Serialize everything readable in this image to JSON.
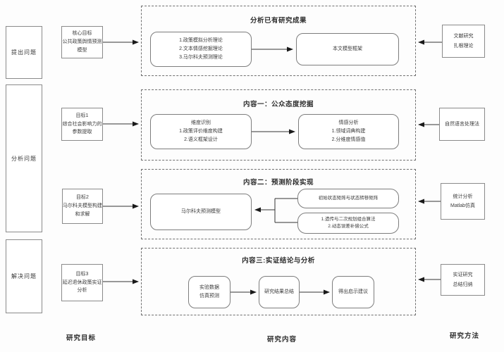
{
  "stages": [
    {
      "label": "提出问题"
    },
    {
      "label": "分析问题"
    },
    {
      "label": "解决问题"
    }
  ],
  "goals": [
    {
      "l1": "核心目标",
      "l2": "公共政策舆情预测",
      "l3": "模型"
    },
    {
      "l1": "目标1",
      "l2": "综合社会影响力的",
      "l3": "参数提取"
    },
    {
      "l1": "目标2",
      "l2": "马尔科夫模型构建",
      "l3": "和求解"
    },
    {
      "l1": "目标3",
      "l2": "延迟退休政策实证",
      "l3": "分析"
    }
  ],
  "sections": [
    {
      "title": "分析已有研究成果",
      "left_box": {
        "l1": "1.政策模拟分析理论",
        "l2": "2.文本情感挖掘理论",
        "l3": "3.马尔科夫预测理论"
      },
      "right_box": {
        "l1": "本文模型框架"
      }
    },
    {
      "title": "内容一：公众态度挖掘",
      "left_box": {
        "l1": "维度识别",
        "l2": "1.政策评价维度构建",
        "l3": "2.语义框架设计"
      },
      "right_box": {
        "l1": "情感分析",
        "l2": "1.领域词典构建",
        "l3": "2.分维度情感值"
      }
    },
    {
      "title": "内容二：预测阶段实现",
      "left_box": {
        "l1": "马尔科夫预测模型"
      },
      "top_right_box": {
        "l1": "初始状态矩阵与状态转移矩阵"
      },
      "bottom_right_box": {
        "l1": "1.遗传与二次规划组合算法",
        "l2": "2.动态误差补偿公式"
      }
    },
    {
      "title": "内容三:实证结论与分析",
      "box1": {
        "l1": "实验数据",
        "l2": "仿真预测"
      },
      "box2": {
        "l1": "研究结果总结"
      },
      "box3": {
        "l1": "得出启示建议"
      }
    }
  ],
  "methods": [
    {
      "l1": "文献研究",
      "l2": "扎根理论"
    },
    {
      "l1": "自然语言处理法"
    },
    {
      "l1": "统计分析",
      "l2": "Matlab仿真"
    },
    {
      "l1": "实证研究",
      "l2": "总结归纳"
    }
  ],
  "footer": {
    "goals": "研究目标",
    "content": "研究内容",
    "methods": "研究方法"
  },
  "colors": {
    "line": "#333333",
    "border": "#8a8a8a",
    "dashed_border": "#6f6f6f",
    "text": "#3a3a3a"
  }
}
